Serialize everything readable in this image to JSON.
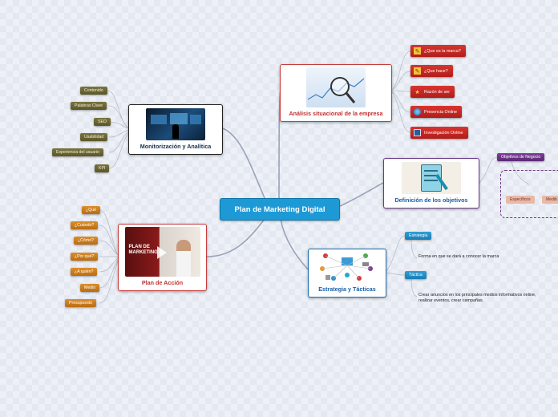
{
  "central": {
    "label": "Plan de Marketing Digital"
  },
  "monitorizacion": {
    "title": "Monitorización y Analítica",
    "leaves": [
      "Contenido",
      "Palabras Clave",
      "SEO",
      "Usabilidad",
      "Experiencia del usuario",
      "KPI"
    ]
  },
  "accion": {
    "title": "Plan de Acción",
    "video_text": "PLAN DE MARKETING",
    "leaves": [
      "¿Qué",
      "¿Cuándo?",
      "¿Cómo?",
      "¿Por qué?",
      "¿A quién?",
      "Medio",
      "Presupuesto"
    ]
  },
  "analisis": {
    "title": "Análisis situacional de la empresa",
    "leaves": [
      {
        "label": "¿Que es la marca?",
        "icon": "pencil-note-icon"
      },
      {
        "label": "¿Que hace?",
        "icon": "pencil-note-icon"
      },
      {
        "label": "Razón de ser",
        "icon": "star-icon"
      },
      {
        "label": "Presencia Online",
        "icon": "globe-icon"
      },
      {
        "label": "Investigación Online",
        "icon": "monitor-icon"
      }
    ]
  },
  "objetivos": {
    "title": "Definición de los objetivos",
    "negocio": "Objetivos de Negocio",
    "sub": [
      "Específicos",
      "Medib"
    ]
  },
  "estrategia": {
    "title": "Estrategia y Tácticas",
    "estrategia_label": "Estrategia",
    "estrategia_text": "Forma en que se dará a conocer la marca",
    "tactica_label": "Táctica",
    "tactica_text_1": "Crear anuncios en los principales medios informativos online,",
    "tactica_text_2": "realizar eventos, crear campañas."
  },
  "colors": {
    "central": "#1d9ad6",
    "red": "#c63d3d",
    "blue": "#1d6fb3",
    "purple": "#6b3a86",
    "olive": "#6b6534",
    "orange": "#d18222"
  }
}
